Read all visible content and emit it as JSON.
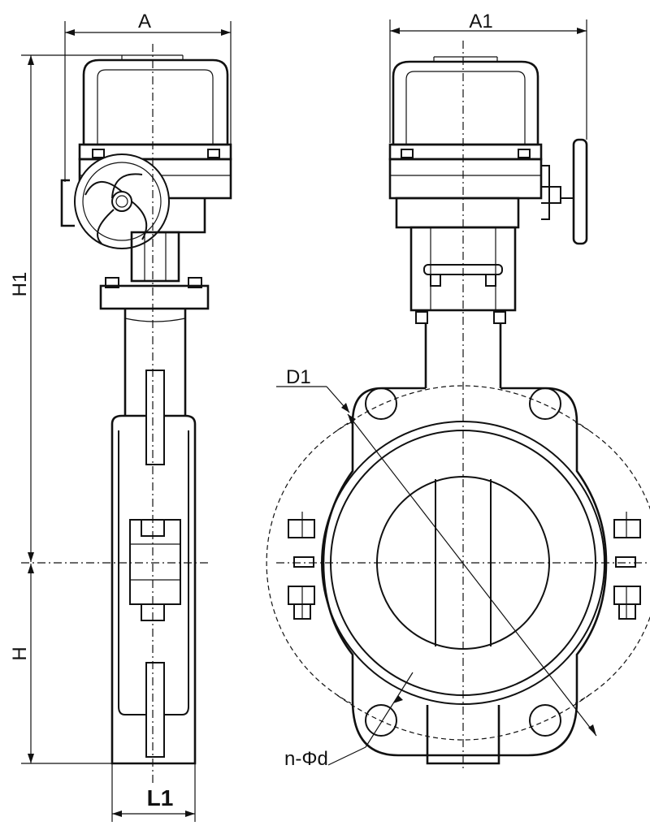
{
  "labels": {
    "a": "A",
    "a1": "A1",
    "h1": "H1",
    "h": "H",
    "l1": "L1",
    "d1": "D1",
    "nd": "n-Φd"
  },
  "colors": {
    "ink": "#111111",
    "paper": "#ffffff"
  }
}
